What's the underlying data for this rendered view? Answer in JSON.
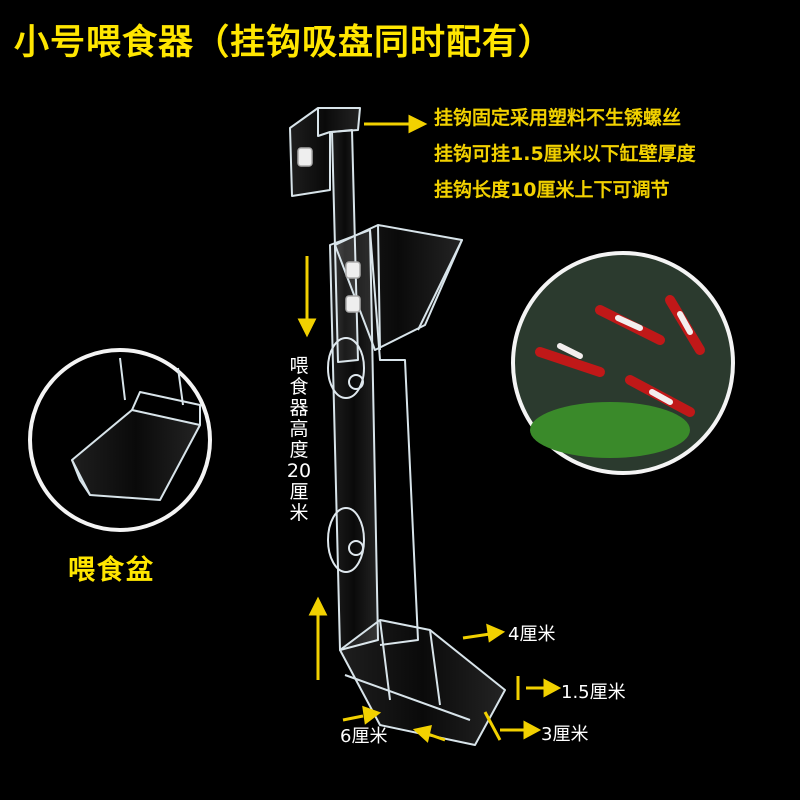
{
  "title": "小号喂食器（挂钩吸盘同时配有）",
  "hook_notes": [
    "挂钩固定采用塑料不生锈螺丝",
    "挂钩可挂1.5厘米以下缸壁厚度",
    "挂钩长度10厘米上下可调节"
  ],
  "height_label": "喂食器高度20厘米",
  "dimensions": {
    "tray_length": "4厘米",
    "wall_height": "1.5厘米",
    "depth": "3厘米",
    "width": "6厘米"
  },
  "inset_label": "喂食盆",
  "colors": {
    "background": "#000000",
    "title": "#FFE600",
    "annotation": "#F2D100",
    "label_white": "#FFFFFF",
    "acrylic_edge": "#D8E4EA"
  }
}
